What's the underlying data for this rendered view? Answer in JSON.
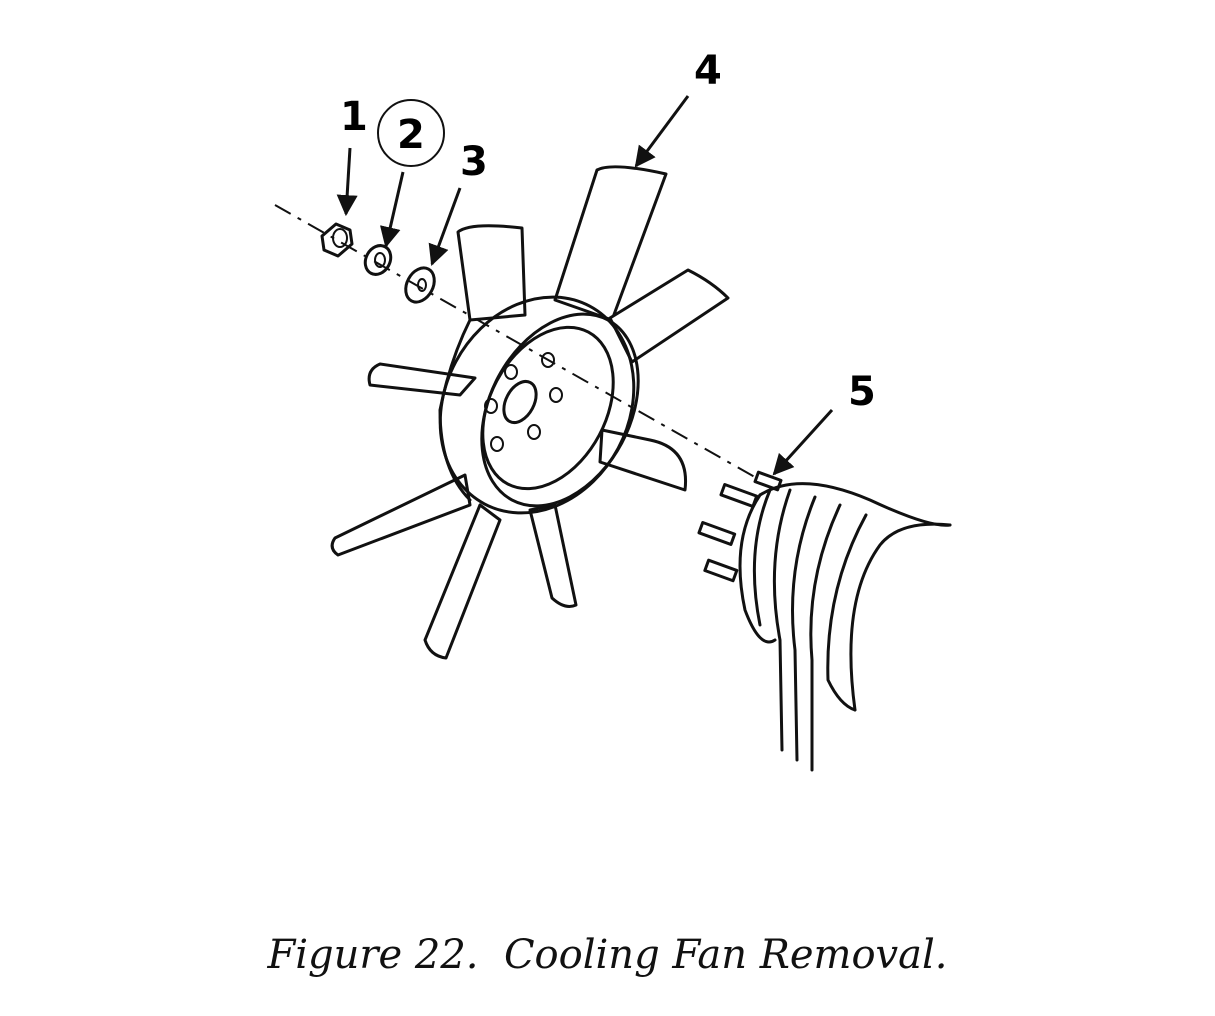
{
  "figure": {
    "caption": "Figure 22.  Cooling Fan Removal.",
    "callouts": [
      {
        "id": "1",
        "label": "1"
      },
      {
        "id": "2",
        "label": "2",
        "circled": true
      },
      {
        "id": "3",
        "label": "3"
      },
      {
        "id": "4",
        "label": "4"
      },
      {
        "id": "5",
        "label": "5"
      }
    ]
  }
}
